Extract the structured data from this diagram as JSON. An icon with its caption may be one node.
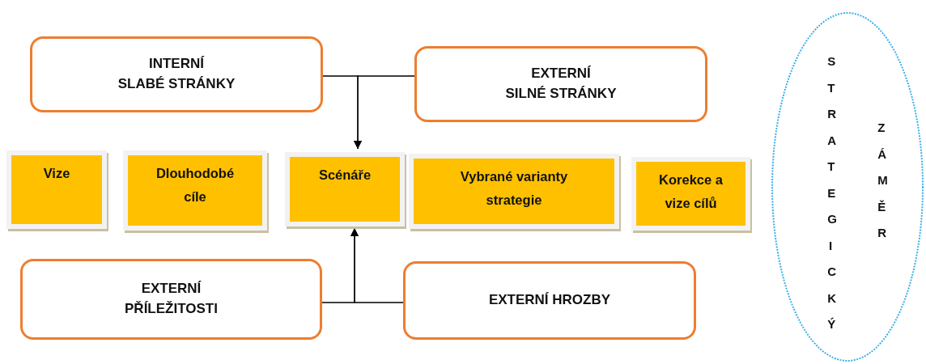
{
  "diagram": {
    "nodes": [
      {
        "text": [
          "INTERNÍ SLABÉ STRÁNKY"
        ]
      },
      {
        "text": [
          "EXTERNÍ SILNÉ STRÁNKY"
        ]
      },
      {
        "text": [
          "Vize"
        ]
      },
      {
        "text": [
          "Dlouhodobé cíle"
        ]
      },
      {
        "text": [
          "Scénáře"
        ]
      },
      {
        "text": [
          "Vybrané varianty strategie"
        ]
      },
      {
        "text": [
          "Korekce a vize cílů"
        ]
      },
      {
        "text": [
          "EXTERNÍ PŘÍLEŽITOSTI"
        ]
      },
      {
        "text": [
          "EXTERNÍ HROZBY"
        ]
      },
      {
        "text": [
          "STRATEGICKÝ",
          "ZÁMĚR"
        ]
      }
    ],
    "edges": [
      {
        "from": 0,
        "to": 4,
        "arrow": "to"
      },
      {
        "from": 1,
        "to": 4,
        "arrow": "to"
      },
      {
        "from": 7,
        "to": 4,
        "arrow": "to"
      },
      {
        "from": 8,
        "to": 4,
        "arrow": "to"
      }
    ]
  }
}
